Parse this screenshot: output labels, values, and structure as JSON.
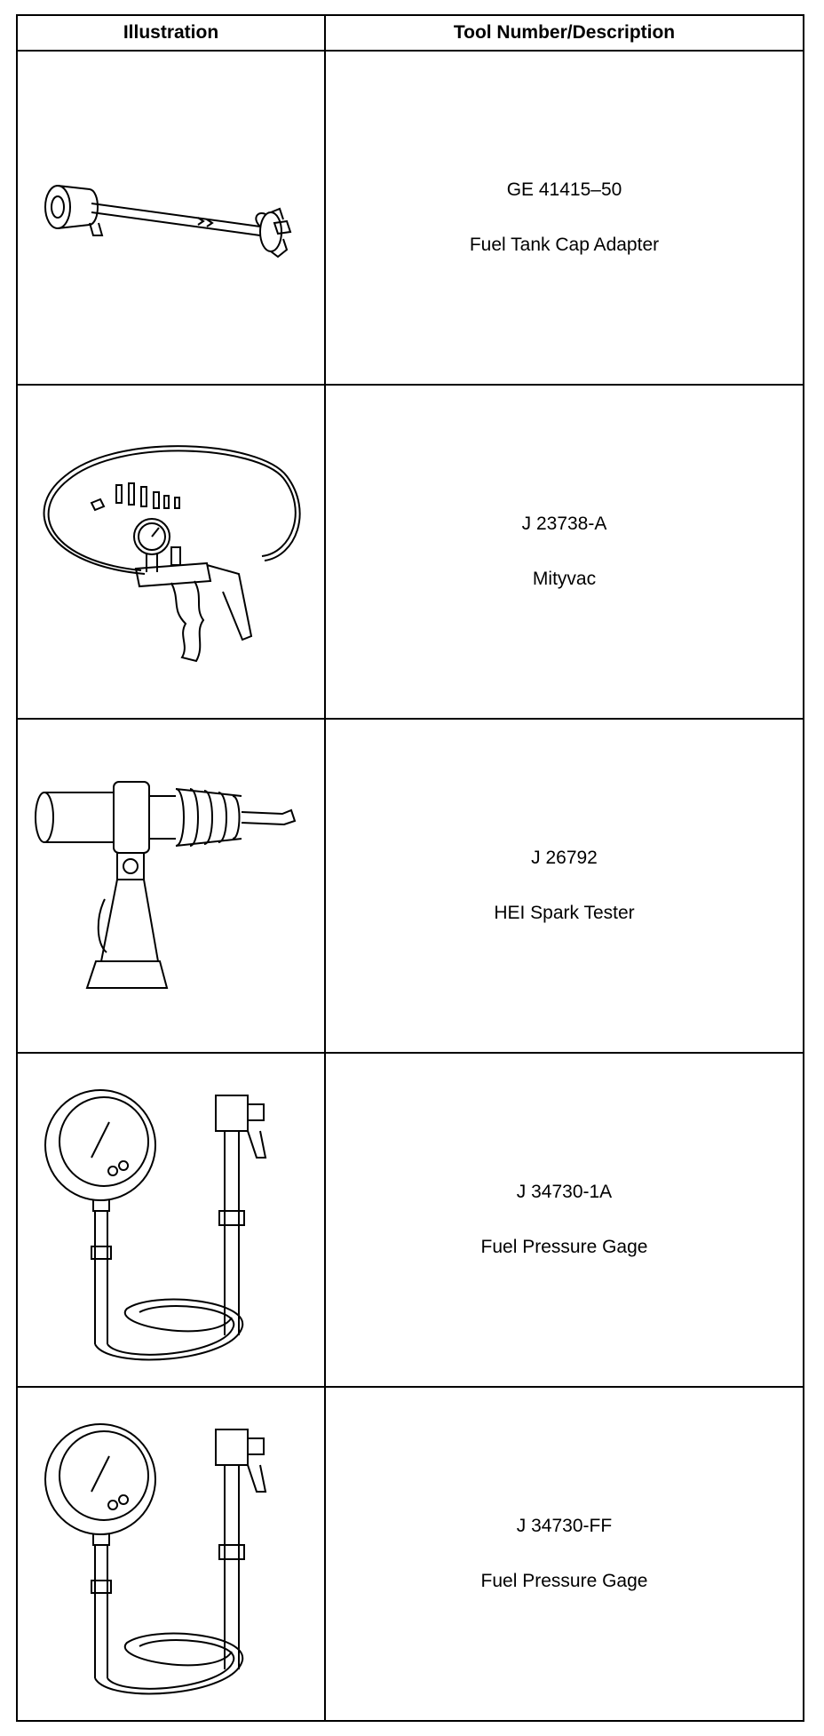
{
  "table": {
    "headers": {
      "illustration": "Illustration",
      "tool": "Tool Number/Description"
    },
    "rows": [
      {
        "number": "GE 41415–50",
        "description": "Fuel Tank Cap Adapter",
        "icon": "fuel-tank-cap-adapter-icon"
      },
      {
        "number": "J 23738-A",
        "description": "Mityvac",
        "icon": "mityvac-icon"
      },
      {
        "number": "J 26792",
        "description": "HEI Spark Tester",
        "icon": "spark-tester-icon"
      },
      {
        "number": "J 34730-1A",
        "description": "Fuel Pressure Gage",
        "icon": "fuel-pressure-gage-icon"
      },
      {
        "number": "J 34730-FF",
        "description": "Fuel Pressure Gage",
        "icon": "fuel-pressure-gage-icon"
      }
    ]
  }
}
